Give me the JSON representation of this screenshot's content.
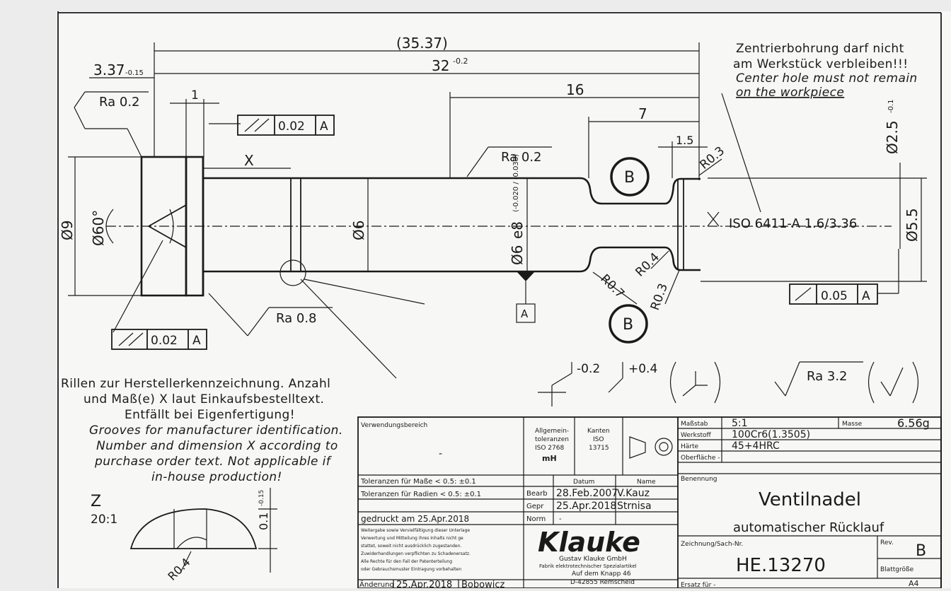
{
  "dims": {
    "overall": "(35.37)",
    "len32": "32",
    "len32_tol": "-0.2",
    "len16": "16",
    "len7": "7",
    "len1_5": "1.5",
    "len1": "1",
    "len3_37": "3.37",
    "len3_37_tol": "-0.15",
    "x": "X",
    "dia9": "Ø9",
    "angle": "Ø60°",
    "dia6a": "Ø6",
    "dia6b": "Ø6",
    "e8": "e8",
    "e8_tol": "(-0.020 / -0.038)",
    "dia5_5": "Ø5.5",
    "dia2_5": "Ø2.5",
    "dia2_5_tol": "-0.1",
    "r03_top": "R0.3",
    "r04": "R0.4",
    "r03_bot": "R0.3",
    "r07": "R0.7",
    "ra02_a": "Ra 0.2",
    "ra02_b": "Ra 0.2",
    "ra08": "Ra 0.8",
    "runout_a_val": "0.02",
    "runout_b_val": "0.02",
    "runout_c_val": "0.05",
    "datum": "A",
    "datum_box": "A",
    "section_b1": "B",
    "section_b2": "B",
    "iso_center": "ISO 6411-A 1.6/3.36",
    "edge1": "-0.2",
    "edge2": "+0.4",
    "ra32": "Ra 3.2"
  },
  "notes": {
    "center_de1": "Zentrierbohrung darf nicht",
    "center_de2": "am Werkstück verbleiben!!!",
    "center_en1": "Center hole must not remain",
    "center_en2": "on the workpiece",
    "grooves_de1": "Rillen zur Herstellerkennzeichnung. Anzahl",
    "grooves_de2": "und Maß(e) X laut Einkaufsbestelltext.",
    "grooves_de3": "Entfällt bei Eigenfertigung!",
    "grooves_en1": "Grooves for manufacturer  identification.",
    "grooves_en2": "Number and  dimension X according to",
    "grooves_en3": "purchase order text. Not applicable if",
    "grooves_en4": "in-house production!",
    "detail_z": "Z",
    "detail_scale": "20:1",
    "detail_dim": "0.1",
    "detail_dim_tol": "-0.15",
    "detail_r": "R0.4"
  },
  "title_block": {
    "verwendung": "Verwendungsbereich",
    "verwendung_val": "-",
    "allg1": "Allgemein-",
    "allg2": "toleranzen",
    "allg3": "ISO 2768",
    "allg4": "mH",
    "kant1": "Kanten",
    "kant2": "ISO",
    "kant3": "13715",
    "tol_mass": "Toleranzen für Maße < 0.5: ±0.1",
    "tol_rad": "Toleranzen für Radien < 0.5: ±0.1",
    "datum_h": "Datum",
    "name_h": "Name",
    "bearb": "Bearb",
    "bearb_date": "28.Feb.2007",
    "bearb_name": "V.Kauz",
    "gepr": "Gepr",
    "gepr_date": "25.Apr.2018",
    "gepr_name": "Strnisa",
    "norm": "Norm",
    "norm_val": "-",
    "gedruckt": "gedruckt am 25.Apr.2018",
    "legal1": "Weitergabe sowie Vervielfältigung dieser Unterlage",
    "legal2": "Verwertung und Mitteilung ihres Inhalts nicht ge",
    "legal3": "stattet, soweit nicht ausdrücklich zugestanden.",
    "legal4": "Zuwiderhandlungen verpflichten zu Schadenersatz.",
    "legal5": "Alle Rechte für den Fall der Patenterteilung",
    "legal6": "oder Gebrauchsmuster Eintragung vorbehalten",
    "aenderung": "Änderung",
    "aenderung_date": "25.Apr.2018",
    "aenderung_name": "Bobowicz",
    "logo": "Klauke",
    "company1": "Gustav Klauke GmbH",
    "company2": "Fabrik elektrotechnischer Spezialartikel",
    "company3": "Auf dem Knapp 46",
    "company4": "D-42855 Remscheid",
    "massstab": "Maßstab",
    "massstab_val": "5:1",
    "masse": "Masse",
    "masse_val": "6.56g",
    "werkstoff": "Werkstoff",
    "werkstoff_val": "100Cr6(1.3505)",
    "haerte": "Härte",
    "haerte_val": "45+4HRC",
    "oberflaeche": "Oberfläche  -",
    "benennung": "Benennung",
    "title1": "Ventilnadel",
    "title2": "automatischer Rücklauf",
    "zeichnung": "Zeichnung/Sach-Nr.",
    "drawing_no": "HE.13270",
    "rev": "Rev.",
    "rev_val": "B",
    "blatt": "Blattgröße",
    "blatt_val": "A4",
    "ersatz": "Ersatz für  -"
  }
}
